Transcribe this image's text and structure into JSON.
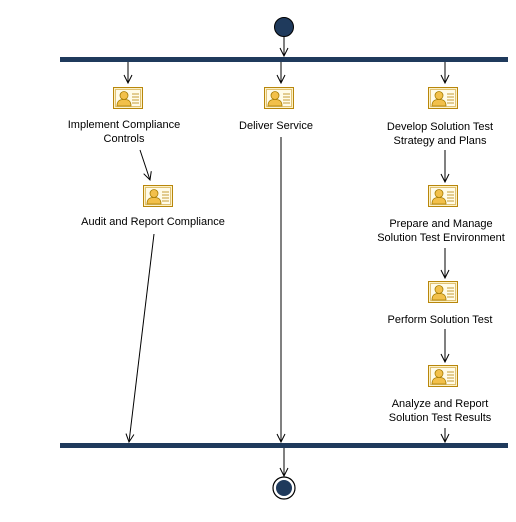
{
  "diagram": {
    "type": "activity-diagram",
    "colors": {
      "bar": "#1f3a5c",
      "node_fill": "#1f3a5c",
      "node_stroke": "#000000",
      "edge": "#000000",
      "icon_fill": "#fdf2c6",
      "icon_stroke": "#b8860b",
      "icon_person": "#f2c04a"
    },
    "activities": {
      "implement_compliance": {
        "line1": "Implement Compliance",
        "line2": "Controls"
      },
      "audit_report": {
        "line1": "Audit and Report Compliance"
      },
      "deliver_service": {
        "line1": "Deliver Service"
      },
      "develop_test_strategy": {
        "line1": "Develop Solution Test",
        "line2": "Strategy and Plans"
      },
      "prepare_test_env": {
        "line1": "Prepare and Manage",
        "line2": "Solution Test Environment"
      },
      "perform_test": {
        "line1": "Perform Solution Test"
      },
      "analyze_report": {
        "line1": "Analyze and Report",
        "line2": "Solution Test Results"
      }
    },
    "nodes": {
      "start": "initial-node",
      "fork": "fork-bar",
      "join": "join-bar",
      "end": "final-node"
    }
  }
}
